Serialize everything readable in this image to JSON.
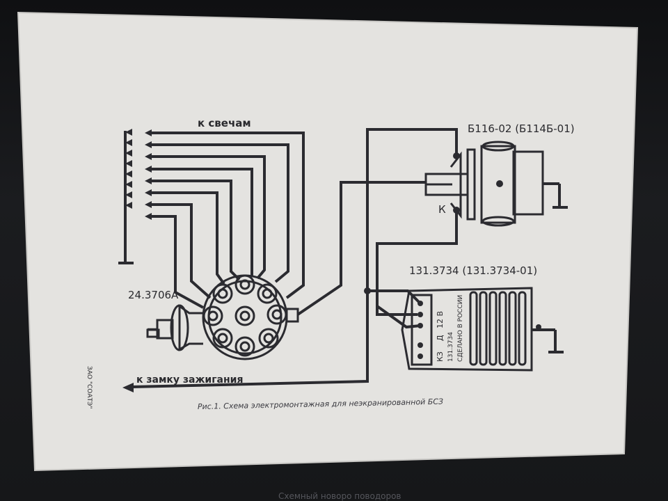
{
  "diagram": {
    "spark_plugs_label": "к свечам",
    "coil_label": "Б116-02 (Б114Б-01)",
    "coil_terminal_label": "К",
    "commutator_label": "131.3734 (131.3734-01)",
    "commutator_marking": [
      "КЗ",
      "Д",
      "12 В",
      "131.3734",
      "СДЕЛАНО В РОССИИ"
    ],
    "distributor_label": "24.3706А",
    "ignition_switch_label": "к замку зажигания",
    "caption": "Рис.1. Схема электромонтажная для неэкранированной БСЗ",
    "side_label": "ЗАО \"СОАТЭ\""
  },
  "bottom_text": "Схемный новоро поводоров",
  "colors": {
    "paper": "#e5e4e1",
    "ink": "#2b2b30",
    "background": "#151517"
  }
}
